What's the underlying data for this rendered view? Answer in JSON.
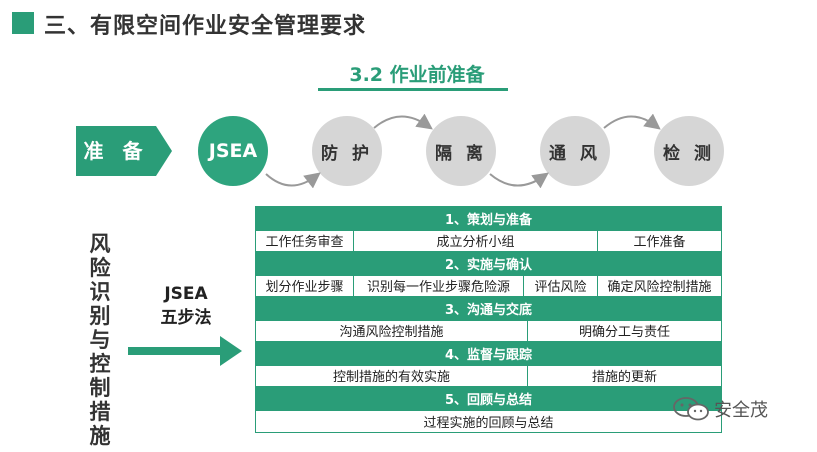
{
  "header": {
    "title": "三、有限空间作业安全管理要求"
  },
  "subtitle": "3.2  作业前准备",
  "flow": {
    "start": "准 备",
    "steps": [
      "JSEA",
      "防 护",
      "隔 离",
      "通 风",
      "检 测"
    ]
  },
  "left_label": "风险识别与控制措施",
  "method": {
    "line1": "JSEA",
    "line2": "五步法"
  },
  "table": {
    "s1": {
      "title": "1、策划与准备",
      "cells": [
        "工作任务审查",
        "成立分析小组",
        "工作准备"
      ]
    },
    "s2": {
      "title": "2、实施与确认",
      "cells": [
        "划分作业步骤",
        "识别每一作业步骤危险源",
        "评估风险",
        "确定风险控制措施"
      ]
    },
    "s3": {
      "title": "3、沟通与交底",
      "cells": [
        "沟通风险控制措施",
        "明确分工与责任"
      ]
    },
    "s4": {
      "title": "4、监督与跟踪",
      "cells": [
        "控制措施的有效实施",
        "措施的更新"
      ]
    },
    "s5": {
      "title": "5、回顾与总结",
      "cells": [
        "过程实施的回顾与总结"
      ]
    }
  },
  "watermark": "安全茂",
  "colors": {
    "accent": "#2a9d78",
    "circle_grey": "#d6d6d6"
  }
}
